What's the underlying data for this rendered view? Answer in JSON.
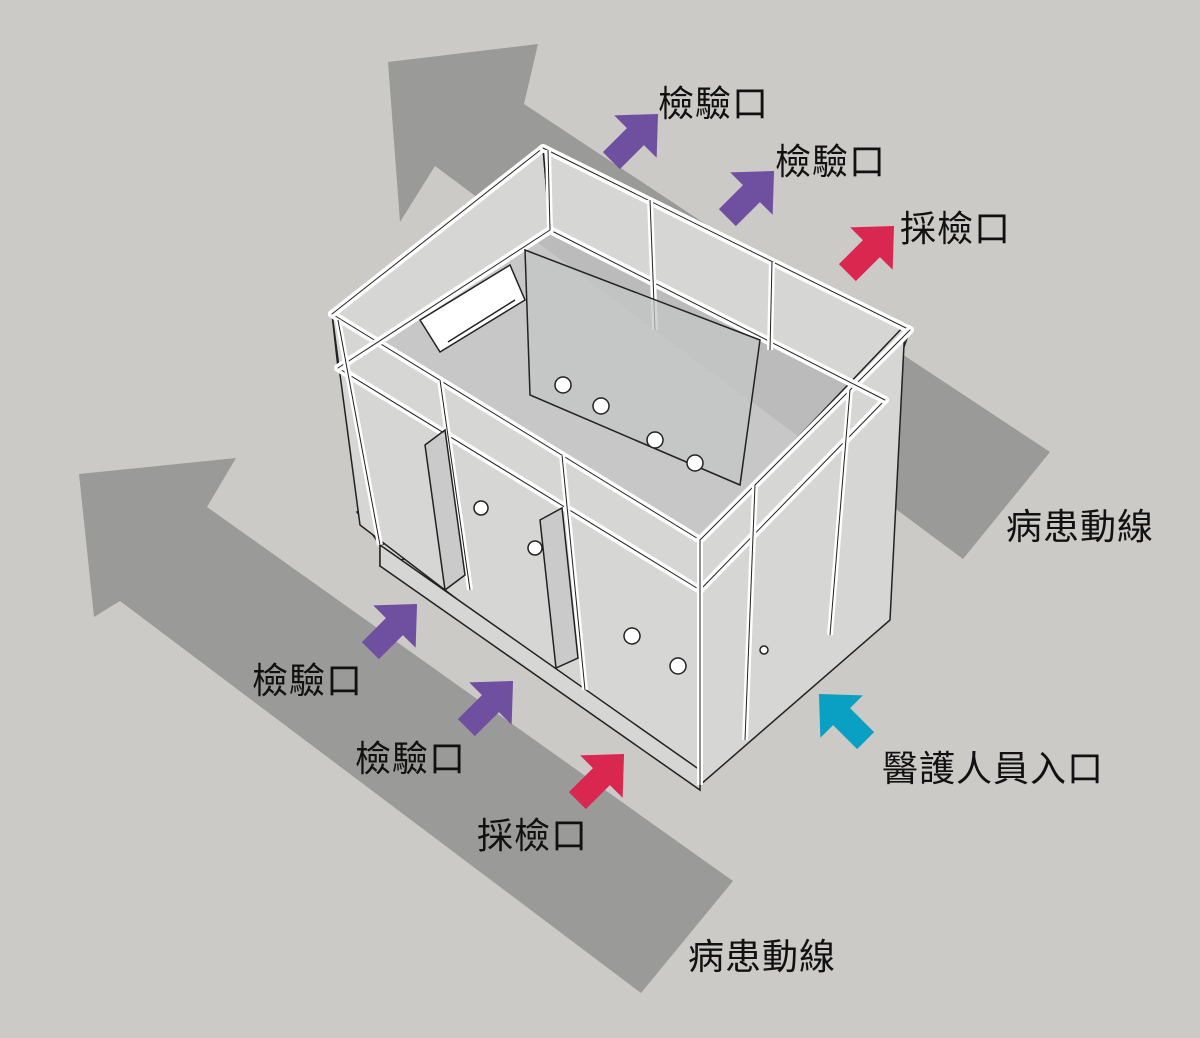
{
  "colors": {
    "background": "#cbcac6",
    "flow_arrow": "#9a9a98",
    "inspection_port": "#6f4fa0",
    "sampling_port": "#d9274f",
    "staff_entrance": "#0aa0c4",
    "frame": "#ffffff",
    "panel": "#d6d6d4",
    "glass": "#c4c5c5",
    "outline": "#222222"
  },
  "labels": {
    "inspection_top_1": "檢驗口",
    "inspection_top_2": "檢驗口",
    "sampling_top": "採檢口",
    "patient_flow_right": "病患動線",
    "inspection_front_1": "檢驗口",
    "inspection_front_2": "檢驗口",
    "sampling_front": "採檢口",
    "staff_entrance": "醫護人員入口",
    "patient_flow_bottom": "病患動線"
  },
  "icons": {
    "flow_arrow": "large-arrow-icon",
    "port_arrow": "arrow-icon",
    "booth": "isolation-booth-illustration"
  }
}
